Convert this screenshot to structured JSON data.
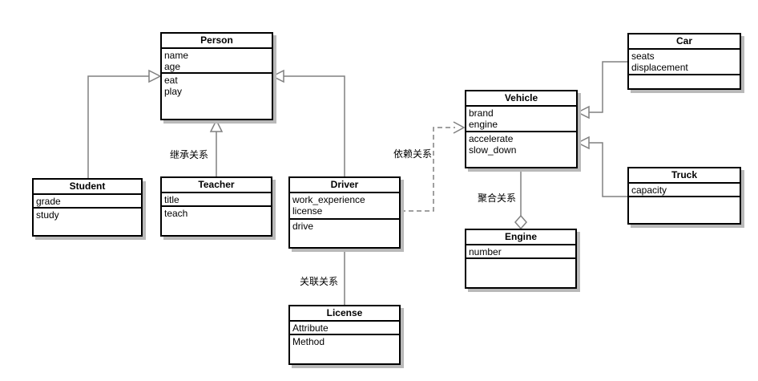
{
  "diagram": {
    "classes": {
      "person": {
        "title": "Person",
        "attributes": [
          "name",
          "age"
        ],
        "methods": [
          "eat",
          "play"
        ]
      },
      "student": {
        "title": "Student",
        "attributes": [
          "grade"
        ],
        "methods": [
          "study"
        ]
      },
      "teacher": {
        "title": "Teacher",
        "attributes": [
          "title"
        ],
        "methods": [
          "teach"
        ]
      },
      "driver": {
        "title": "Driver",
        "attributes": [
          "work_experience",
          "license"
        ],
        "methods": [
          "drive"
        ]
      },
      "license": {
        "title": "License",
        "attributes": [
          "Attribute"
        ],
        "methods": [
          "Method"
        ]
      },
      "vehicle": {
        "title": "Vehicle",
        "attributes": [
          "brand",
          "engine"
        ],
        "methods": [
          "accelerate",
          "slow_down"
        ]
      },
      "engine": {
        "title": "Engine",
        "attributes": [
          "number"
        ],
        "methods": []
      },
      "car": {
        "title": "Car",
        "attributes": [
          "seats",
          "displacement"
        ],
        "methods": []
      },
      "truck": {
        "title": "Truck",
        "attributes": [
          "capacity"
        ],
        "methods": []
      }
    },
    "labels": {
      "inheritance": "继承关系",
      "dependency": "依赖关系",
      "association": "关联关系",
      "aggregation": "聚合关系"
    },
    "colors": {
      "line": "#808080",
      "border": "#000000",
      "shadow": "#b9b9b9",
      "background": "#ffffff"
    }
  }
}
